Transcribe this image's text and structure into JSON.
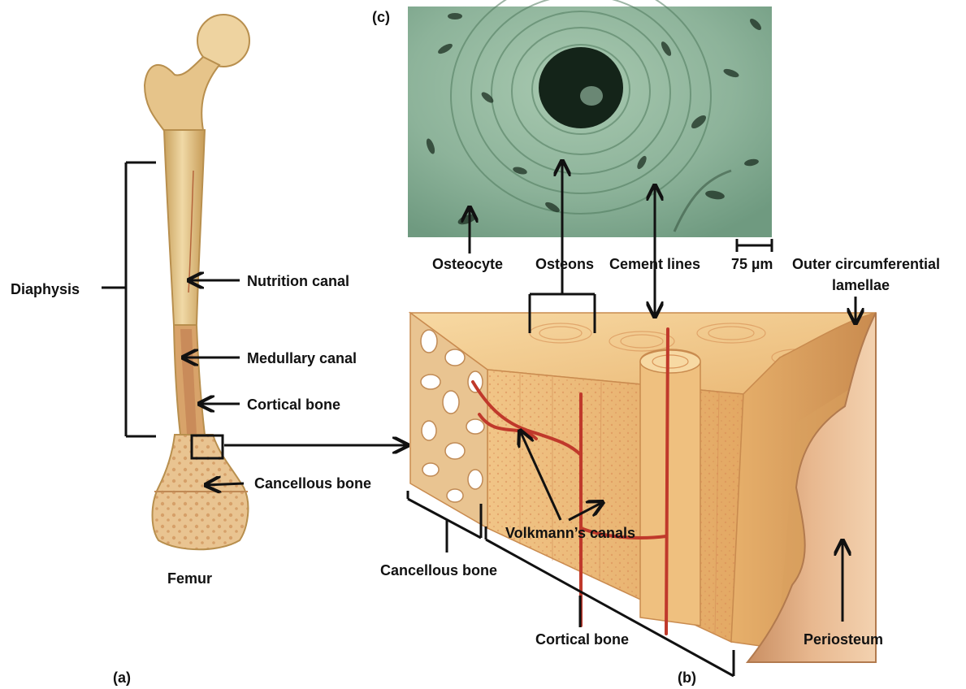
{
  "panels": {
    "a": "(a)",
    "b": "(b)",
    "c": "(c)"
  },
  "femur": {
    "title": "Femur",
    "labels": {
      "diaphysis": "Diaphysis",
      "nutrition_canal": "Nutrition canal",
      "medullary_canal": "Medullary canal",
      "cortical_bone": "Cortical bone",
      "cancellous_bone": "Cancellous bone"
    }
  },
  "micrograph": {
    "labels": {
      "osteocyte": "Osteocyte",
      "osteons": "Osteons",
      "cement_lines": "Cement lines",
      "scale_bar": "75 µm"
    }
  },
  "block": {
    "labels": {
      "outer_circumferential_line1": "Outer circumferential",
      "outer_circumferential_line2": "lamellae",
      "volkmanns_canals": "Volkmann’s canals",
      "cancellous_bone": "Cancellous bone",
      "cortical_bone": "Cortical bone",
      "periosteum": "Periosteum"
    }
  },
  "colors": {
    "bone": "#e8c98e",
    "bone_shadow": "#c9a25e",
    "cortical": "#f3c98a",
    "vessel": "#c0392b",
    "micro_bg": "#8fb59a",
    "micro_dark": "#1f3324",
    "periosteum": "#d9a77a"
  }
}
